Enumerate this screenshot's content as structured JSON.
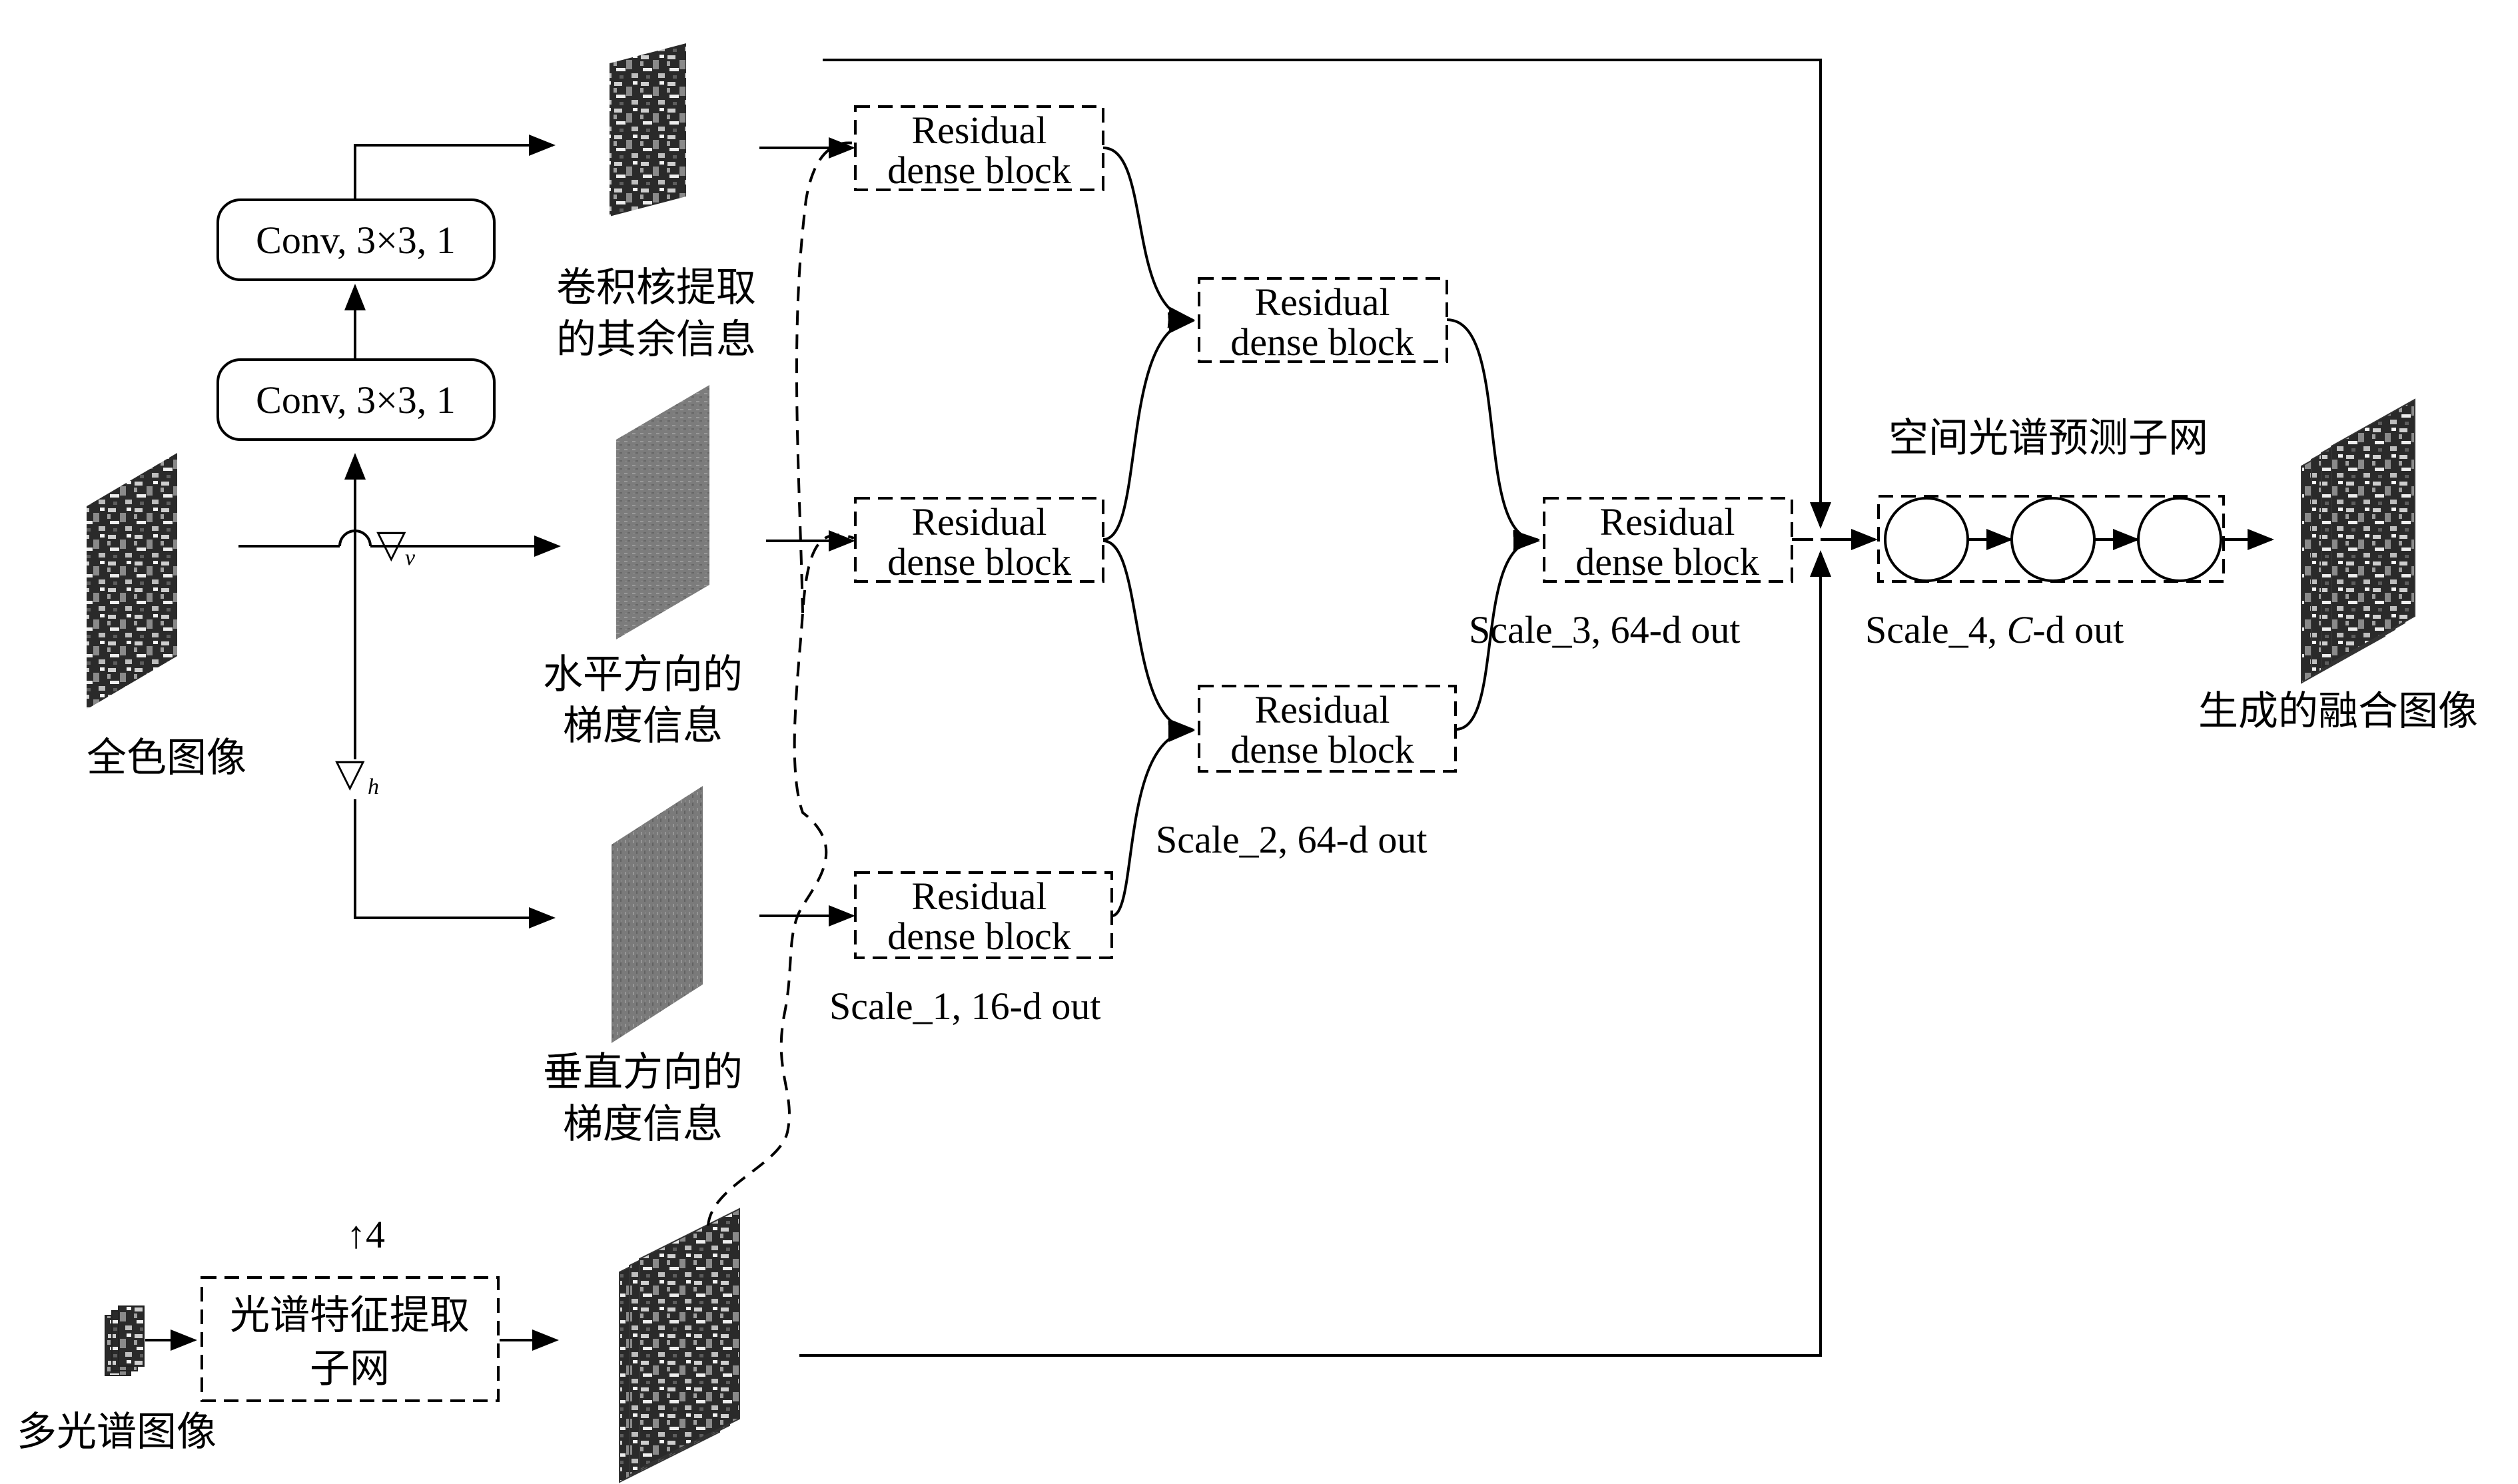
{
  "inputs": {
    "pan_label": "全色图像",
    "ms_label": "多光谱图像"
  },
  "conv": {
    "conv1": "Conv, 3×3, 1",
    "conv2": "Conv, 3×3, 1"
  },
  "operators": {
    "grad_v": "▽",
    "grad_v_sub": "v",
    "grad_h": "▽",
    "grad_h_sub": "h"
  },
  "features": {
    "conv_feat_line1": "卷积核提取",
    "conv_feat_line2": "的其余信息",
    "hgrad_line1": "水平方向的",
    "hgrad_line2": "梯度信息",
    "vgrad_line1": "垂直方向的",
    "vgrad_line2": "梯度信息"
  },
  "spectral": {
    "upsample": "↑4",
    "subnet_line1": "光谱特征提取",
    "subnet_line2": "子网"
  },
  "rdb": {
    "line1": "Residual",
    "line2": "dense block"
  },
  "scales": {
    "scale1": "Scale_1, 16-d out",
    "scale2": "Scale_2, 64-d out",
    "scale3": "Scale_3, 64-d out",
    "scale4_prefix": "Scale_4, ",
    "scale4_var": "C",
    "scale4_suffix": "-d out"
  },
  "prediction": {
    "title": "空间光谱预测子网"
  },
  "output": {
    "label": "生成的融合图像"
  }
}
